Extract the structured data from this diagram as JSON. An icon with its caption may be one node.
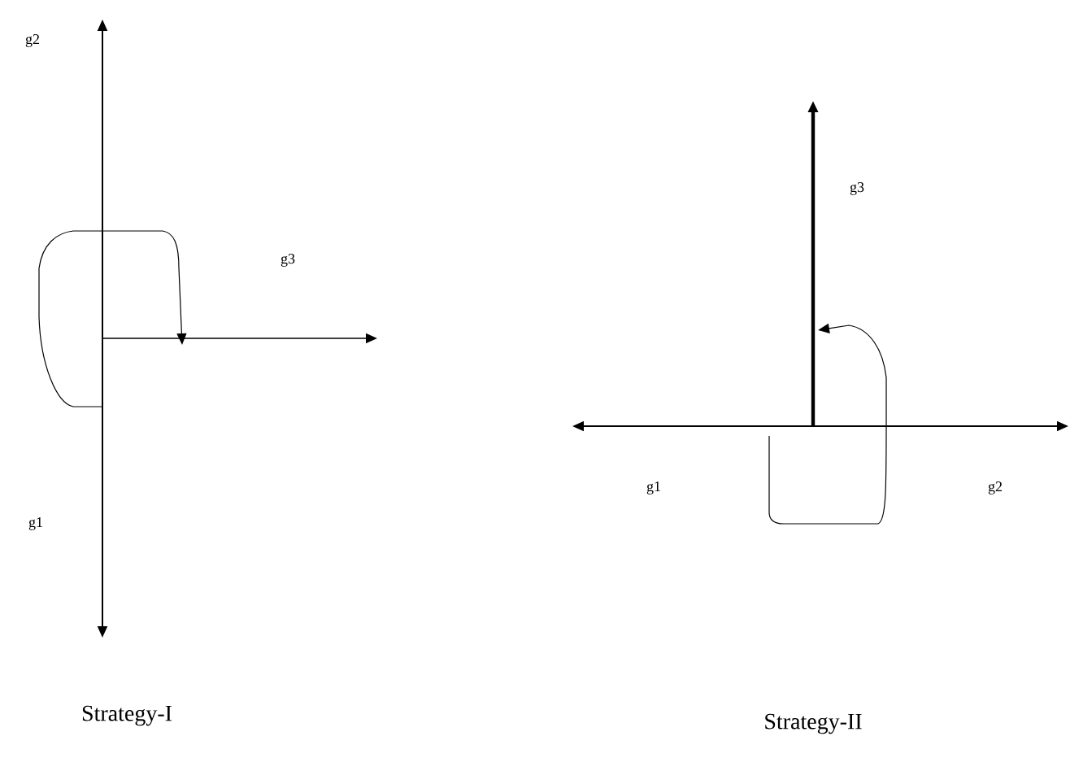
{
  "diagram": {
    "labels": [
      "g2",
      "g3",
      "g1",
      "Strategy-I",
      "g3",
      "g1",
      "g2",
      "Strategy-II"
    ]
  }
}
